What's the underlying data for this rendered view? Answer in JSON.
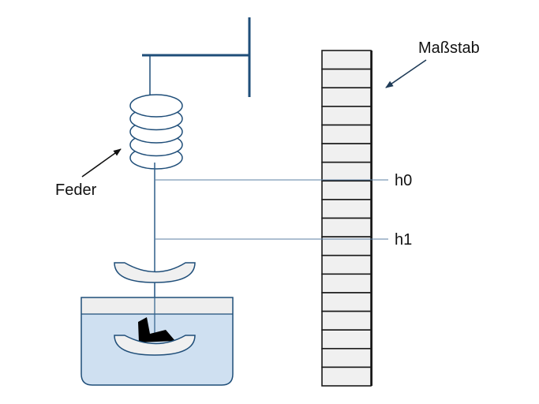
{
  "diagram": {
    "title": "Federwaage mit Maßstab",
    "labels": {
      "scale": "Maßstab",
      "spring": "Feder",
      "h0": "h0",
      "h1": "h1"
    },
    "ruler": {
      "segments": 18
    },
    "spring": {
      "coils": 5
    },
    "colors": {
      "structure": "#1f4e79",
      "line": "#2e5f8a",
      "ruler_fill": "#f0f0f0",
      "ruler_stroke": "#1a1a1a",
      "water": "#cfe0f1",
      "air": "#eeeeee",
      "dish_fill": "#f0f0f0",
      "object": "#000000",
      "marker_line": "#5b7fa3"
    }
  }
}
